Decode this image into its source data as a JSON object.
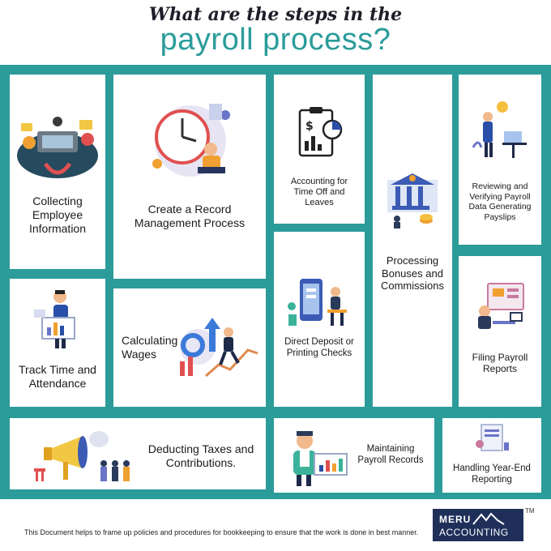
{
  "header": {
    "title_line1": "What are the steps in the",
    "title_line2": "payroll process?"
  },
  "cards": {
    "collecting": "Collecting Employee Information",
    "record": "Create a Record Management Process",
    "timeoff": "Accounting for Time Off and Leaves",
    "bonuses": "Processing Bonuses and Commissions",
    "reviewing": "Reviewing and Verifying Payroll Data Generating Payslips",
    "track": "Track Time and Attendance",
    "wages": "Calculating Wages",
    "deposit": "Direct Deposit or Printing Checks",
    "filing": "Filing Payroll Reports",
    "taxes": "Deducting Taxes and Contributions.",
    "maintaining": "Maintaining Payroll Records",
    "yearend": "Handling Year-End Reporting"
  },
  "footer": {
    "text": "This Document helps to frame up policies and procedures for bookkeeping to ensure that the work is done in best manner.",
    "logo_top": "MERU",
    "logo_bottom": "ACCOUNTING",
    "trademark": "TM"
  },
  "colors": {
    "teal": "#2c9c9a",
    "navy": "#1f2f5a",
    "accent_orange": "#f0a030",
    "accent_red": "#e05050"
  }
}
